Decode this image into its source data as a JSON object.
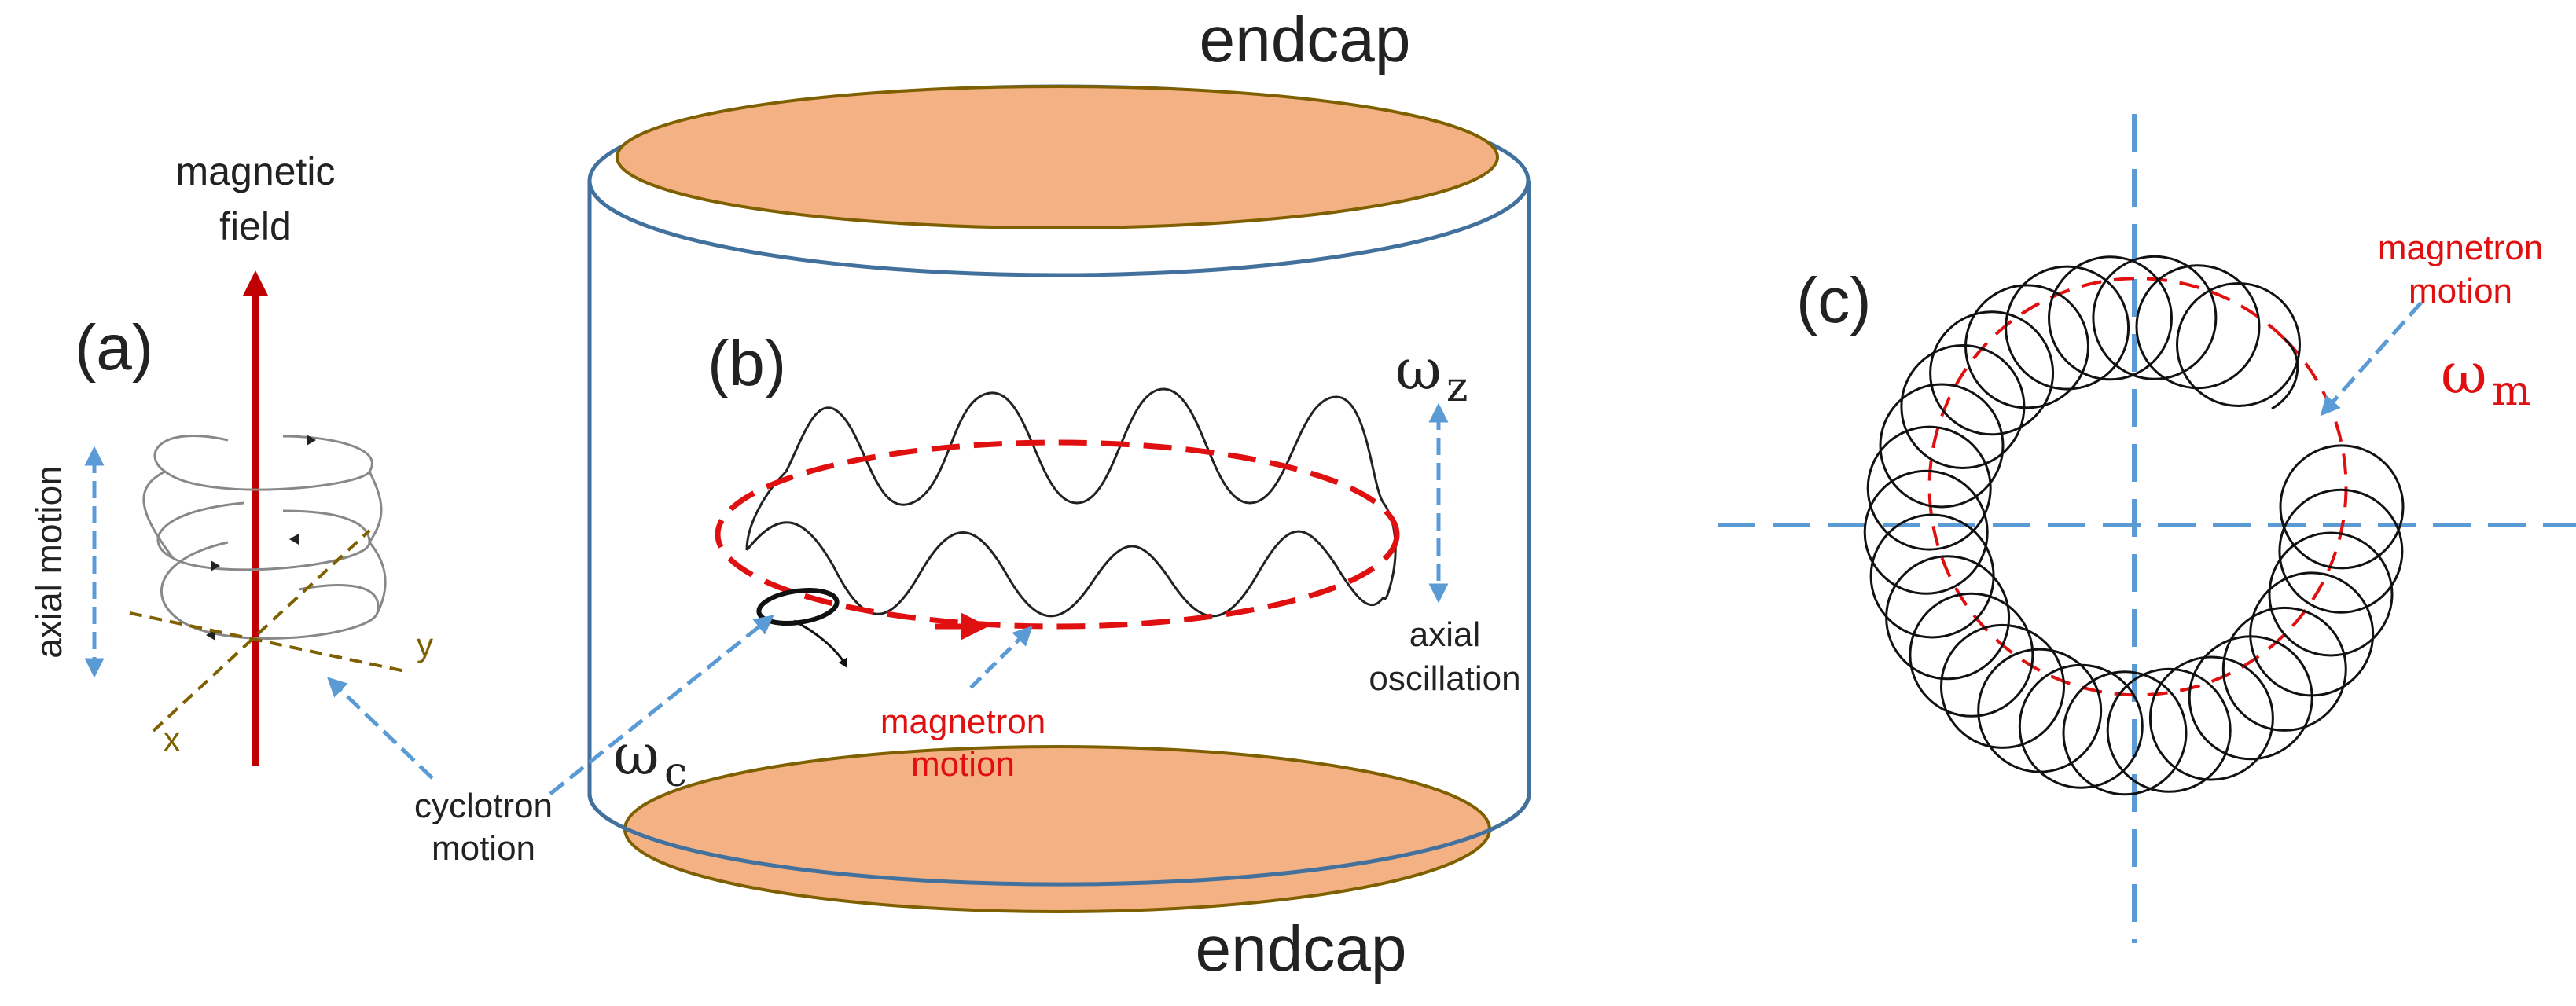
{
  "panel_a": {
    "label": "(a)",
    "field_label_1": "magnetic",
    "field_label_2": "field",
    "axial_label": "axial motion",
    "x_label": "x",
    "y_label": "y"
  },
  "panel_b": {
    "label": "(b)",
    "endcap_top": "endcap",
    "endcap_bottom": "endcap",
    "omega_z": "ω",
    "omega_z_sub": "z",
    "omega_c": "ω",
    "omega_c_sub": "c",
    "axial_osc_1": "axial",
    "axial_osc_2": "oscillation",
    "magnetron_1": "magnetron",
    "magnetron_2": "motion",
    "cyclotron_1": "cyclotron",
    "cyclotron_2": "motion"
  },
  "panel_c": {
    "label": "(c)",
    "magnetron_1": "magnetron",
    "magnetron_2": "motion",
    "omega_m": "ω",
    "omega_m_sub": "m"
  },
  "colors": {
    "magnetic_field": "#c00000",
    "dashed_blue": "#5b9bd5",
    "magnetron_red": "#e01010",
    "endcap_fill": "#f4b183",
    "endcap_stroke": "#7f6000",
    "cylinder_stroke": "#41719c",
    "axes_brown": "#7f6000"
  }
}
